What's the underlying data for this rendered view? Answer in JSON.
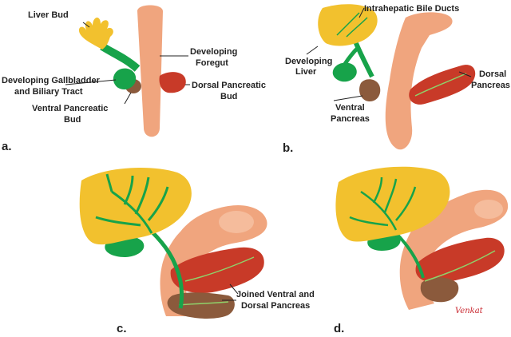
{
  "colors": {
    "liver": "#f2c12e",
    "bile": "#17a34a",
    "foregut": "#f0a57e",
    "dorsal_pancreas": "#c83a28",
    "ventral_pancreas": "#8b5a3c",
    "duct": "#8fd16a"
  },
  "panels": {
    "a": {
      "letter": "a.",
      "labels": {
        "liver_bud": "Liver Bud",
        "developing_foregut_1": "Developing",
        "developing_foregut_2": "Foregut",
        "gallbladder_1": "Developing Gallbladder",
        "gallbladder_2": "and Biliary Tract",
        "dorsal_bud_1": "Dorsal Pancreatic",
        "dorsal_bud_2": "Bud",
        "ventral_bud_1": "Ventral Pancreatic",
        "ventral_bud_2": "Bud"
      }
    },
    "b": {
      "letter": "b.",
      "labels": {
        "intrahepatic": "Intrahepatic Bile Ducts",
        "developing_liver_1": "Developing",
        "developing_liver_2": "Liver",
        "dorsal_1": "Dorsal",
        "dorsal_2": "Pancreas",
        "ventral_1": "Ventral",
        "ventral_2": "Pancreas"
      }
    },
    "c": {
      "letter": "c.",
      "labels": {
        "joined_1": "Joined Ventral and",
        "joined_2": "Dorsal Pancreas"
      }
    },
    "d": {
      "letter": "d.",
      "signature": "Venkat"
    }
  }
}
